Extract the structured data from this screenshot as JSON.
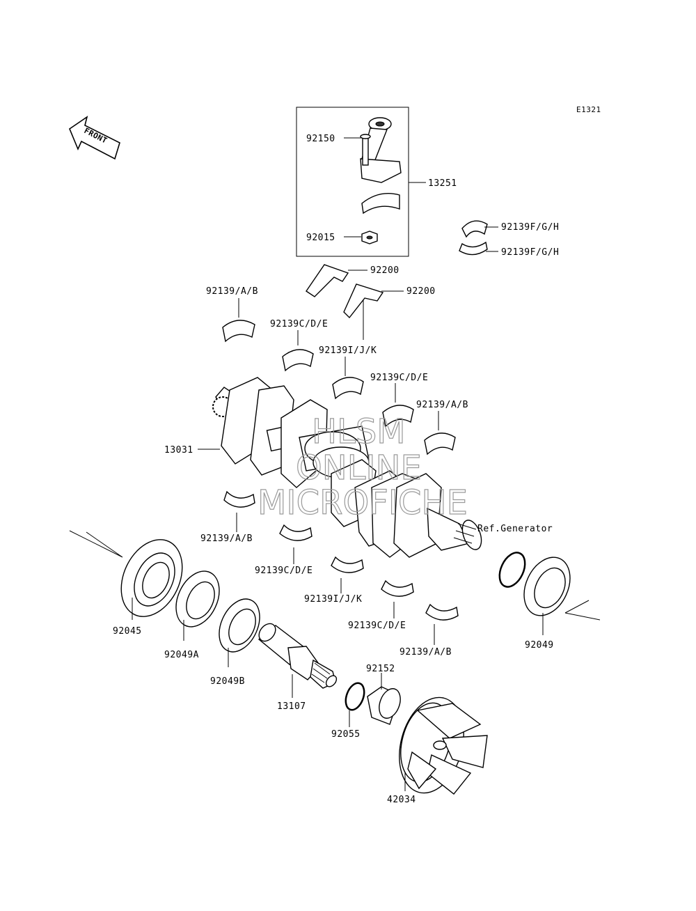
{
  "diagram_code": "E1321",
  "front_arrow_text": "FRONT",
  "watermark": {
    "line1": "HLSM",
    "line2": "ONLINE",
    "line3": "MICROFICHE"
  },
  "ref_note": "Ref.Generator",
  "callouts": {
    "c92150": "92150",
    "c13251": "13251",
    "c92015": "92015",
    "c92139fgh_1": "92139F/G/H",
    "c92139fgh_2": "92139F/G/H",
    "c92200_1": "92200",
    "c92200_2": "92200",
    "c92139ab_1": "92139/A/B",
    "c92139cde_1": "92139C/D/E",
    "c92139ijk_1": "92139I/J/K",
    "c92139cde_2": "92139C/D/E",
    "c92139ab_2": "92139/A/B",
    "c13031": "13031",
    "c92139ab_3": "92139/A/B",
    "c92139cde_3": "92139C/D/E",
    "c92139ijk_2": "92139I/J/K",
    "c92139cde_4": "92139C/D/E",
    "c92139ab_4": "92139/A/B",
    "c92045": "92045",
    "c92049a": "92049A",
    "c92049b": "92049B",
    "c13107": "13107",
    "c92152": "92152",
    "c92055": "92055",
    "c42034": "42034",
    "c92049": "92049"
  }
}
